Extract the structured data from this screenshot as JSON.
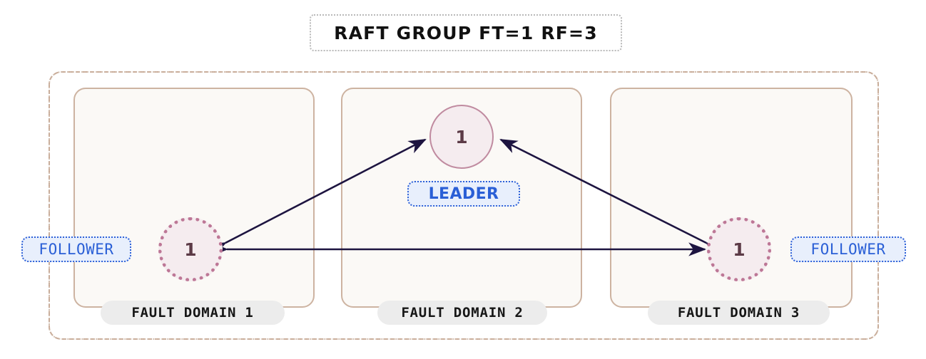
{
  "title": {
    "text": "RAFT GROUP FT=1 RF=3"
  },
  "colors": {
    "page_background": "#ffffff",
    "group_border": "#c9ab96",
    "domain_border": "#cdb3a1",
    "domain_fill": "#fbf9f6",
    "node_fill": "#f5ecef",
    "leader_node_border": "#c08ba0",
    "follower_node_border": "#bd7796",
    "node_text": "#5c3a46",
    "badge_text": "#2a5fd6",
    "badge_fill": "#e8effc",
    "badge_border": "#2f62d8",
    "link_stroke": "#1d1440",
    "domain_label_fill": "#ececec",
    "domain_label_text": "#161616",
    "title_border": "#b9b9b9"
  },
  "domains": [
    {
      "label": "FAULT DOMAIN 1"
    },
    {
      "label": "FAULT DOMAIN 2"
    },
    {
      "label": "FAULT DOMAIN 3"
    }
  ],
  "nodes": [
    {
      "id": "leader",
      "value": "1",
      "role": "LEADER",
      "domain": "FAULT DOMAIN 2"
    },
    {
      "id": "follower_left",
      "value": "1",
      "role": "FOLLOWER",
      "domain": "FAULT DOMAIN 1"
    },
    {
      "id": "follower_right",
      "value": "1",
      "role": "FOLLOWER",
      "domain": "FAULT DOMAIN 3"
    }
  ],
  "links": [
    {
      "from": "follower_left",
      "to": "leader",
      "style": "double-arrow"
    },
    {
      "from": "follower_right",
      "to": "leader",
      "style": "double-arrow"
    },
    {
      "from": "follower_left",
      "to": "follower_right",
      "style": "double-arrow"
    }
  ]
}
